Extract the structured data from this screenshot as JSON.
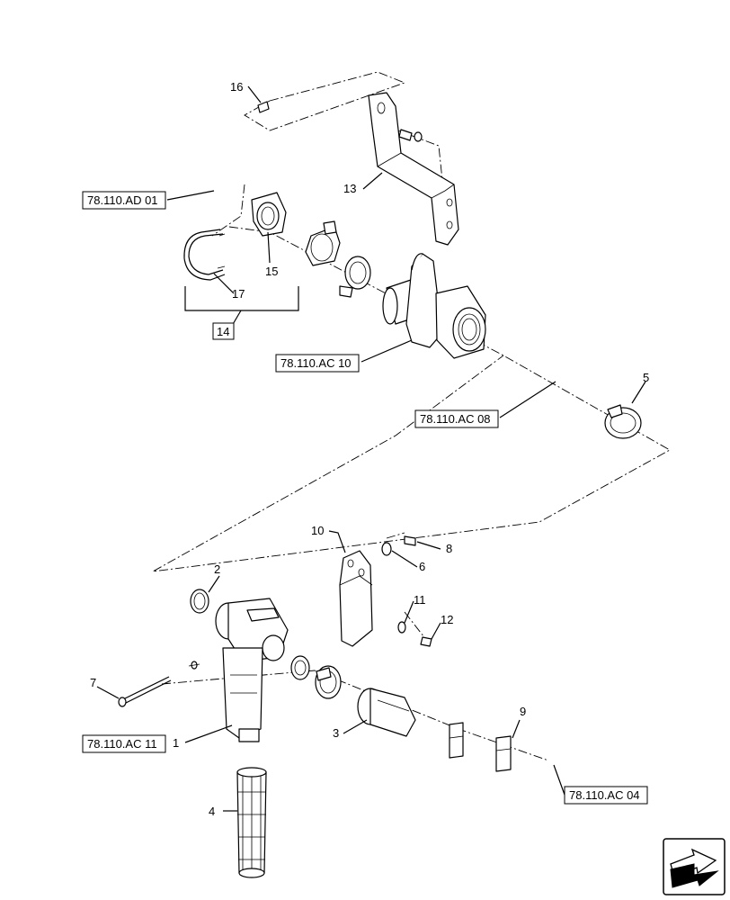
{
  "diagram": {
    "callouts": {
      "c1": "1",
      "c2": "2",
      "c3": "3",
      "c4": "4",
      "c5": "5",
      "c6": "6",
      "c7": "7",
      "c8": "8",
      "c9": "9",
      "c10": "10",
      "c11": "11",
      "c12": "12",
      "c13": "13",
      "c14": "14",
      "c15": "15",
      "c16": "16",
      "c17": "17"
    },
    "references": {
      "ad01": "78.110.AD 01",
      "ac10": "78.110.AC 10",
      "ac08": "78.110.AC 08",
      "ac11": "78.110.AC 11",
      "ac04": "78.110.AC 04"
    },
    "icons": {
      "nav": "navigation-arrow-icon"
    }
  }
}
